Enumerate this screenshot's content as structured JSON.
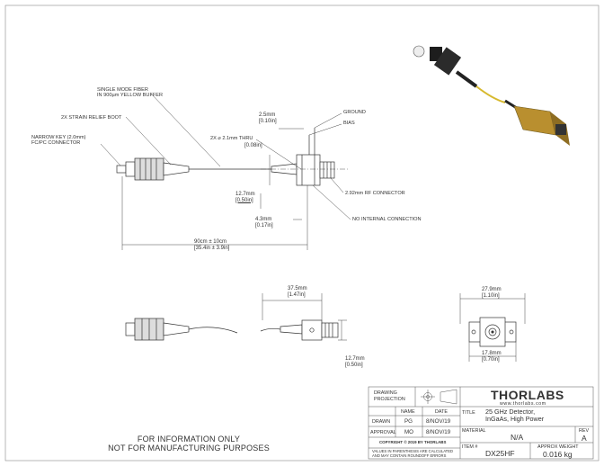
{
  "callouts": {
    "fiber": [
      "SINGLE MODE FIBER",
      "IN 900µm YELLOW BUFFER"
    ],
    "strain_relief": "2X STRAIN RELIEF BOOT",
    "narrow_key": [
      "NARROW KEY (2.0mm)",
      "FC/PC CONNECTOR"
    ],
    "ground": "GROUND",
    "bias": "BIAS",
    "thru": "2X ⌀ 2.1mm THRU",
    "rf_connector": "2.92mm RF CONNECTOR",
    "no_internal": "NO INTERNAL CONNECTION"
  },
  "dimensions": {
    "d_2_5": [
      "2.5mm",
      "[0.10in]"
    ],
    "d_0_08": "[0.08in]",
    "d_12_7_top": [
      "12.7mm",
      "[0.50in]"
    ],
    "d_4_3": [
      "4.3mm",
      "[0.17in]"
    ],
    "d_90cm": [
      "90cm ± 10cm",
      "[35.4in ± 3.9in]"
    ],
    "d_37_5": [
      "37.5mm",
      "[1.47in]"
    ],
    "d_12_7_bottom": [
      "12.7mm",
      "[0.50in]"
    ],
    "d_27_9": [
      "27.9mm",
      "[1.10in]"
    ],
    "d_17_8": [
      "17.8mm",
      "[0.70in]"
    ]
  },
  "disclaimer": [
    "FOR INFORMATION ONLY",
    "NOT FOR MANUFACTURING PURPOSES"
  ],
  "title_block": {
    "drawing_projection": [
      "DRAWING",
      "PROJECTION"
    ],
    "headers": {
      "name": "NAME",
      "date": "DATE"
    },
    "drawn": {
      "label": "DRAWN",
      "name": "PG",
      "date": "8/NOV/19"
    },
    "approval": {
      "label": "APPROVAL",
      "name": "MO",
      "date": "8/NOV/19"
    },
    "copyright": "COPYRIGHT © 2019 BY THORLABS",
    "note": [
      "VALUES IN PARENTHESIS ARE CALCULATED",
      "AND MAY CONTAIN ROUNDOFF ERRORS"
    ],
    "logo": "THORLABS",
    "website": "www.thorlabs.com",
    "title_label": "TITLE",
    "title": [
      "25 GHz Detector,",
      "InGaAs, High Power"
    ],
    "material_label": "MATERIAL",
    "material": "N/A",
    "rev_label": "REV",
    "rev": "A",
    "item_label": "ITEM #",
    "item": "DX25HF",
    "weight_label": "APPROX WEIGHT",
    "weight": "0.016 kg"
  },
  "colors": {
    "line": "#333333",
    "fiber": "#d7b92e",
    "body_gold": "#b98f2f",
    "title_rule": "#555555"
  }
}
